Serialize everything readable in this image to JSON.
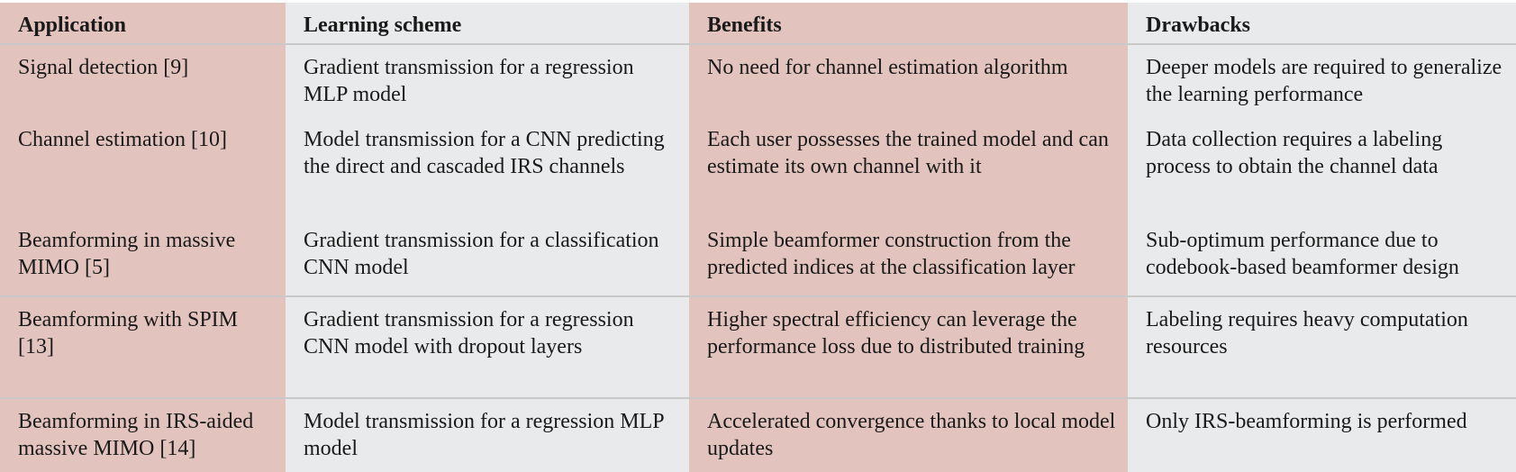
{
  "table": {
    "headers": [
      "Application",
      "Learning scheme",
      "Benefits",
      "Drawbacks"
    ],
    "rows": [
      {
        "application": "Signal detection [9]",
        "learning_scheme": "Gradient transmission for a regression MLP model",
        "benefits": "No need for channel estimation algorithm",
        "drawbacks": "Deeper models are required to generalize the learning performance"
      },
      {
        "application": "Channel estimation [10]",
        "learning_scheme": "Model transmission for a CNN predicting the direct and cascaded IRS channels",
        "benefits": "Each user possesses the trained model and can estimate its own channel with it",
        "drawbacks": "Data collection requires a labeling process to obtain the channel data"
      },
      {
        "application": "Beamforming in massive MIMO [5]",
        "learning_scheme": "Gradient transmission for a classification CNN model",
        "benefits": "Simple beamformer construction from the predicted indices at the classification layer",
        "drawbacks": "Sub-optimum performance due to codebook-based beamformer design"
      },
      {
        "application": "Beamforming with SPIM [13]",
        "learning_scheme": "Gradient transmission for a regression CNN model with dropout layers",
        "benefits": "Higher spectral efficiency can leverage the performance loss due to distributed training",
        "drawbacks": "Labeling requires heavy computation resources"
      },
      {
        "application": "Beamforming in IRS-aided massive MIMO [14]",
        "learning_scheme": "Model transmission for a regression MLP model",
        "benefits": "Accelerated convergence thanks to local model updates",
        "drawbacks": "Only IRS-beamforming is performed"
      }
    ]
  }
}
